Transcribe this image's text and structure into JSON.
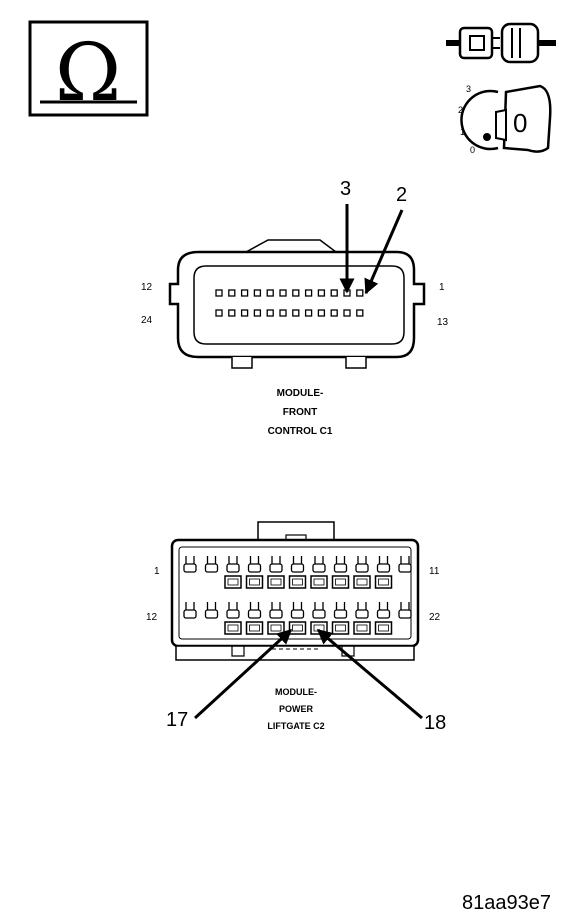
{
  "ohmmeter": {
    "symbol": "Ω"
  },
  "ignition": {
    "positions": [
      "3",
      "2",
      "1",
      "0"
    ],
    "key_position": "0"
  },
  "connector_c1": {
    "name_lines": [
      "MODULE-",
      "FRONT",
      "CONTROL C1"
    ],
    "pin_labels": {
      "top_left": "12",
      "top_right": "1",
      "bottom_left": "24",
      "bottom_right": "13"
    },
    "callouts": [
      "3",
      "2"
    ]
  },
  "connector_c2": {
    "name_lines": [
      "MODULE-",
      "POWER",
      "LIFTGATE C2"
    ],
    "pin_labels": {
      "top_left": "1",
      "top_right": "11",
      "bottom_left": "12",
      "bottom_right": "22"
    },
    "callouts": [
      "17",
      "18"
    ]
  },
  "figure_id": "81aa93e7"
}
